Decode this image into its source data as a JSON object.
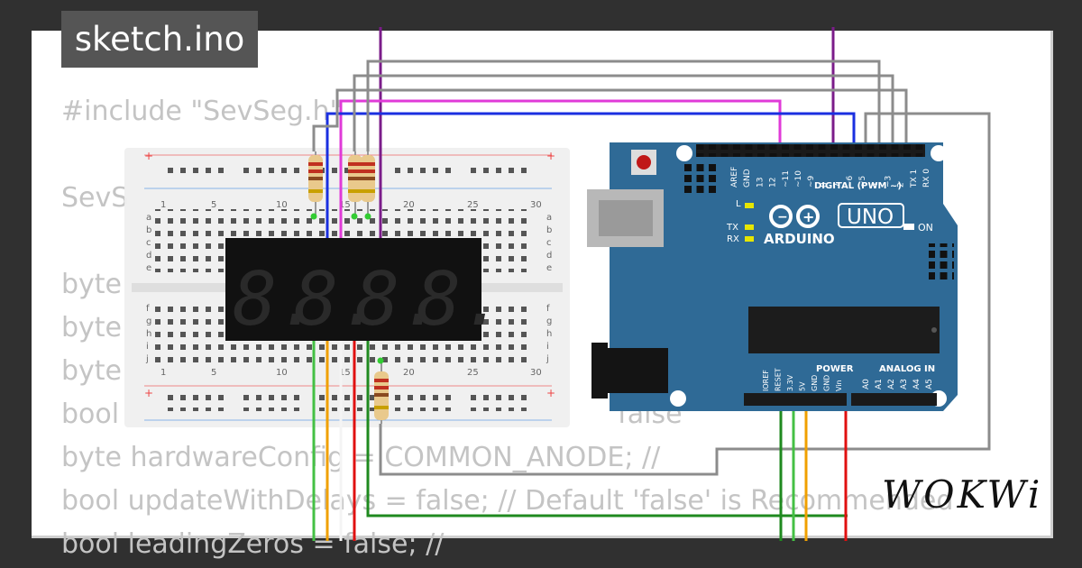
{
  "tab": {
    "filename": "sketch.ino"
  },
  "code_lines": [
    "#include \"SevSeg.h\"",
    "",
    "SevS",
    "",
    "byte",
    "byte",
    "byte                                                          ,  1",
    "bool                                                          false",
    "byte hardwareConfig = COMMON_ANODE; //",
    "bool updateWithDelays = false; // Default 'false' is Recommended",
    "bool leadingZeros = false; //"
  ],
  "breadboard": {
    "column_numbers": [
      "1",
      "5",
      "10",
      "15",
      "20",
      "25",
      "30"
    ],
    "row_letters_top": [
      "a",
      "b",
      "c",
      "d",
      "e"
    ],
    "row_letters_bottom": [
      "f",
      "g",
      "h",
      "i",
      "j"
    ],
    "rail_plus": "+"
  },
  "display": {
    "digits": [
      "8.",
      "8.",
      "8.",
      "8."
    ]
  },
  "arduino": {
    "brand": "ARDUINO",
    "model": "UNO",
    "on_label": "ON",
    "digital_label": "DIGITAL (PWM ~)",
    "power_label": "POWER",
    "analog_label": "ANALOG IN",
    "l_label": "L",
    "tx_label": "TX",
    "rx_label": "RX",
    "top_pins": [
      "AREF",
      "GND",
      "13",
      "12",
      "~11",
      "~10",
      "~9",
      "8",
      "7",
      "~6",
      "~5",
      "4",
      "~3",
      "2",
      "TX 1",
      "RX 0"
    ],
    "power_pins": [
      "IOREF",
      "RESET",
      "3.3V",
      "5V",
      "GND",
      "GND",
      "Vin"
    ],
    "analog_pins": [
      "A0",
      "A1",
      "A2",
      "A3",
      "A4",
      "A5"
    ]
  },
  "logo": {
    "text": "WOKWi"
  },
  "colors": {
    "board": "#2f6a96",
    "wire_purple": "#7b1c8a",
    "wire_magenta": "#e03ad8",
    "wire_blue": "#1a2fe0",
    "wire_gray": "#8c8c8c",
    "wire_green": "#1f8a1f",
    "wire_lime": "#44c044",
    "wire_orange": "#f0a000",
    "wire_red": "#e01010"
  }
}
